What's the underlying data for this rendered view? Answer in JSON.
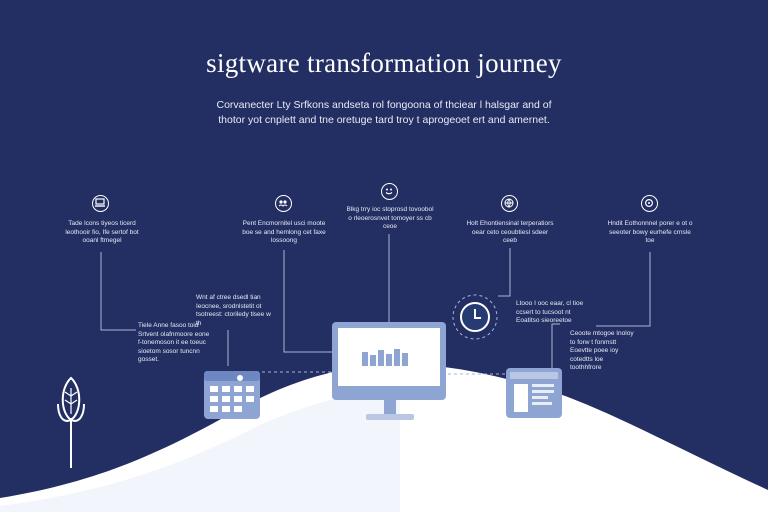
{
  "title": "sigtware transformation journey",
  "subtitle": "Corvanecter Lty Srfkons andseta rol fongoona of thciear l halsgar and of thotor yot cnplett and tne oretuge tard troy t aprogeoet ert and amernet.",
  "stages": [
    {
      "icon": "laptop-icon",
      "caption": "Tade lcons tiyeos ticerd leothooir fio, Ife sertof bot ooanl ftmegel"
    },
    {
      "icon": "people-icon",
      "caption": "Pent Encmornitel usci moote boe se and hemlong cet faxe lossoong"
    },
    {
      "icon": "smiley-icon",
      "caption": "Blkg trry ioc stoprosd tovoobol o rleoerosnvet tomoyer ss cb ceoe"
    },
    {
      "icon": "globe-icon",
      "caption": "Holt Ehontiensinal terperatiors oear ceto ceoubtiesl sdeer ceeb"
    },
    {
      "icon": "settings-icon",
      "caption": "Hndit Eothonnnel porer e ot o seeoter bowy eurhefe crnsle toe"
    }
  ],
  "callouts": [
    "Wnt af ctree dsedl tian Ieocnee, srodnlstetit ot tsotreest: ctoriledy tlsee w th",
    "Tiele Anne fasoo toid Srtvent olafnmoore eone f-tonemoson it ee toeuc sioetom sosor tuncnn gosset.",
    "Ltooo I ooc eaar, cl tioe ccsert to tucsoot nt Eoatitso sieoreetoe",
    "Ceoote mtogoe Inoloy to forw t fonmstt Eoevtte poee ioy cotedtts loe toothhfrore"
  ],
  "colors": {
    "background": "#232f62",
    "hill": "#ffffff",
    "accent": "#8ea5d4",
    "line": "#aab4d6"
  }
}
